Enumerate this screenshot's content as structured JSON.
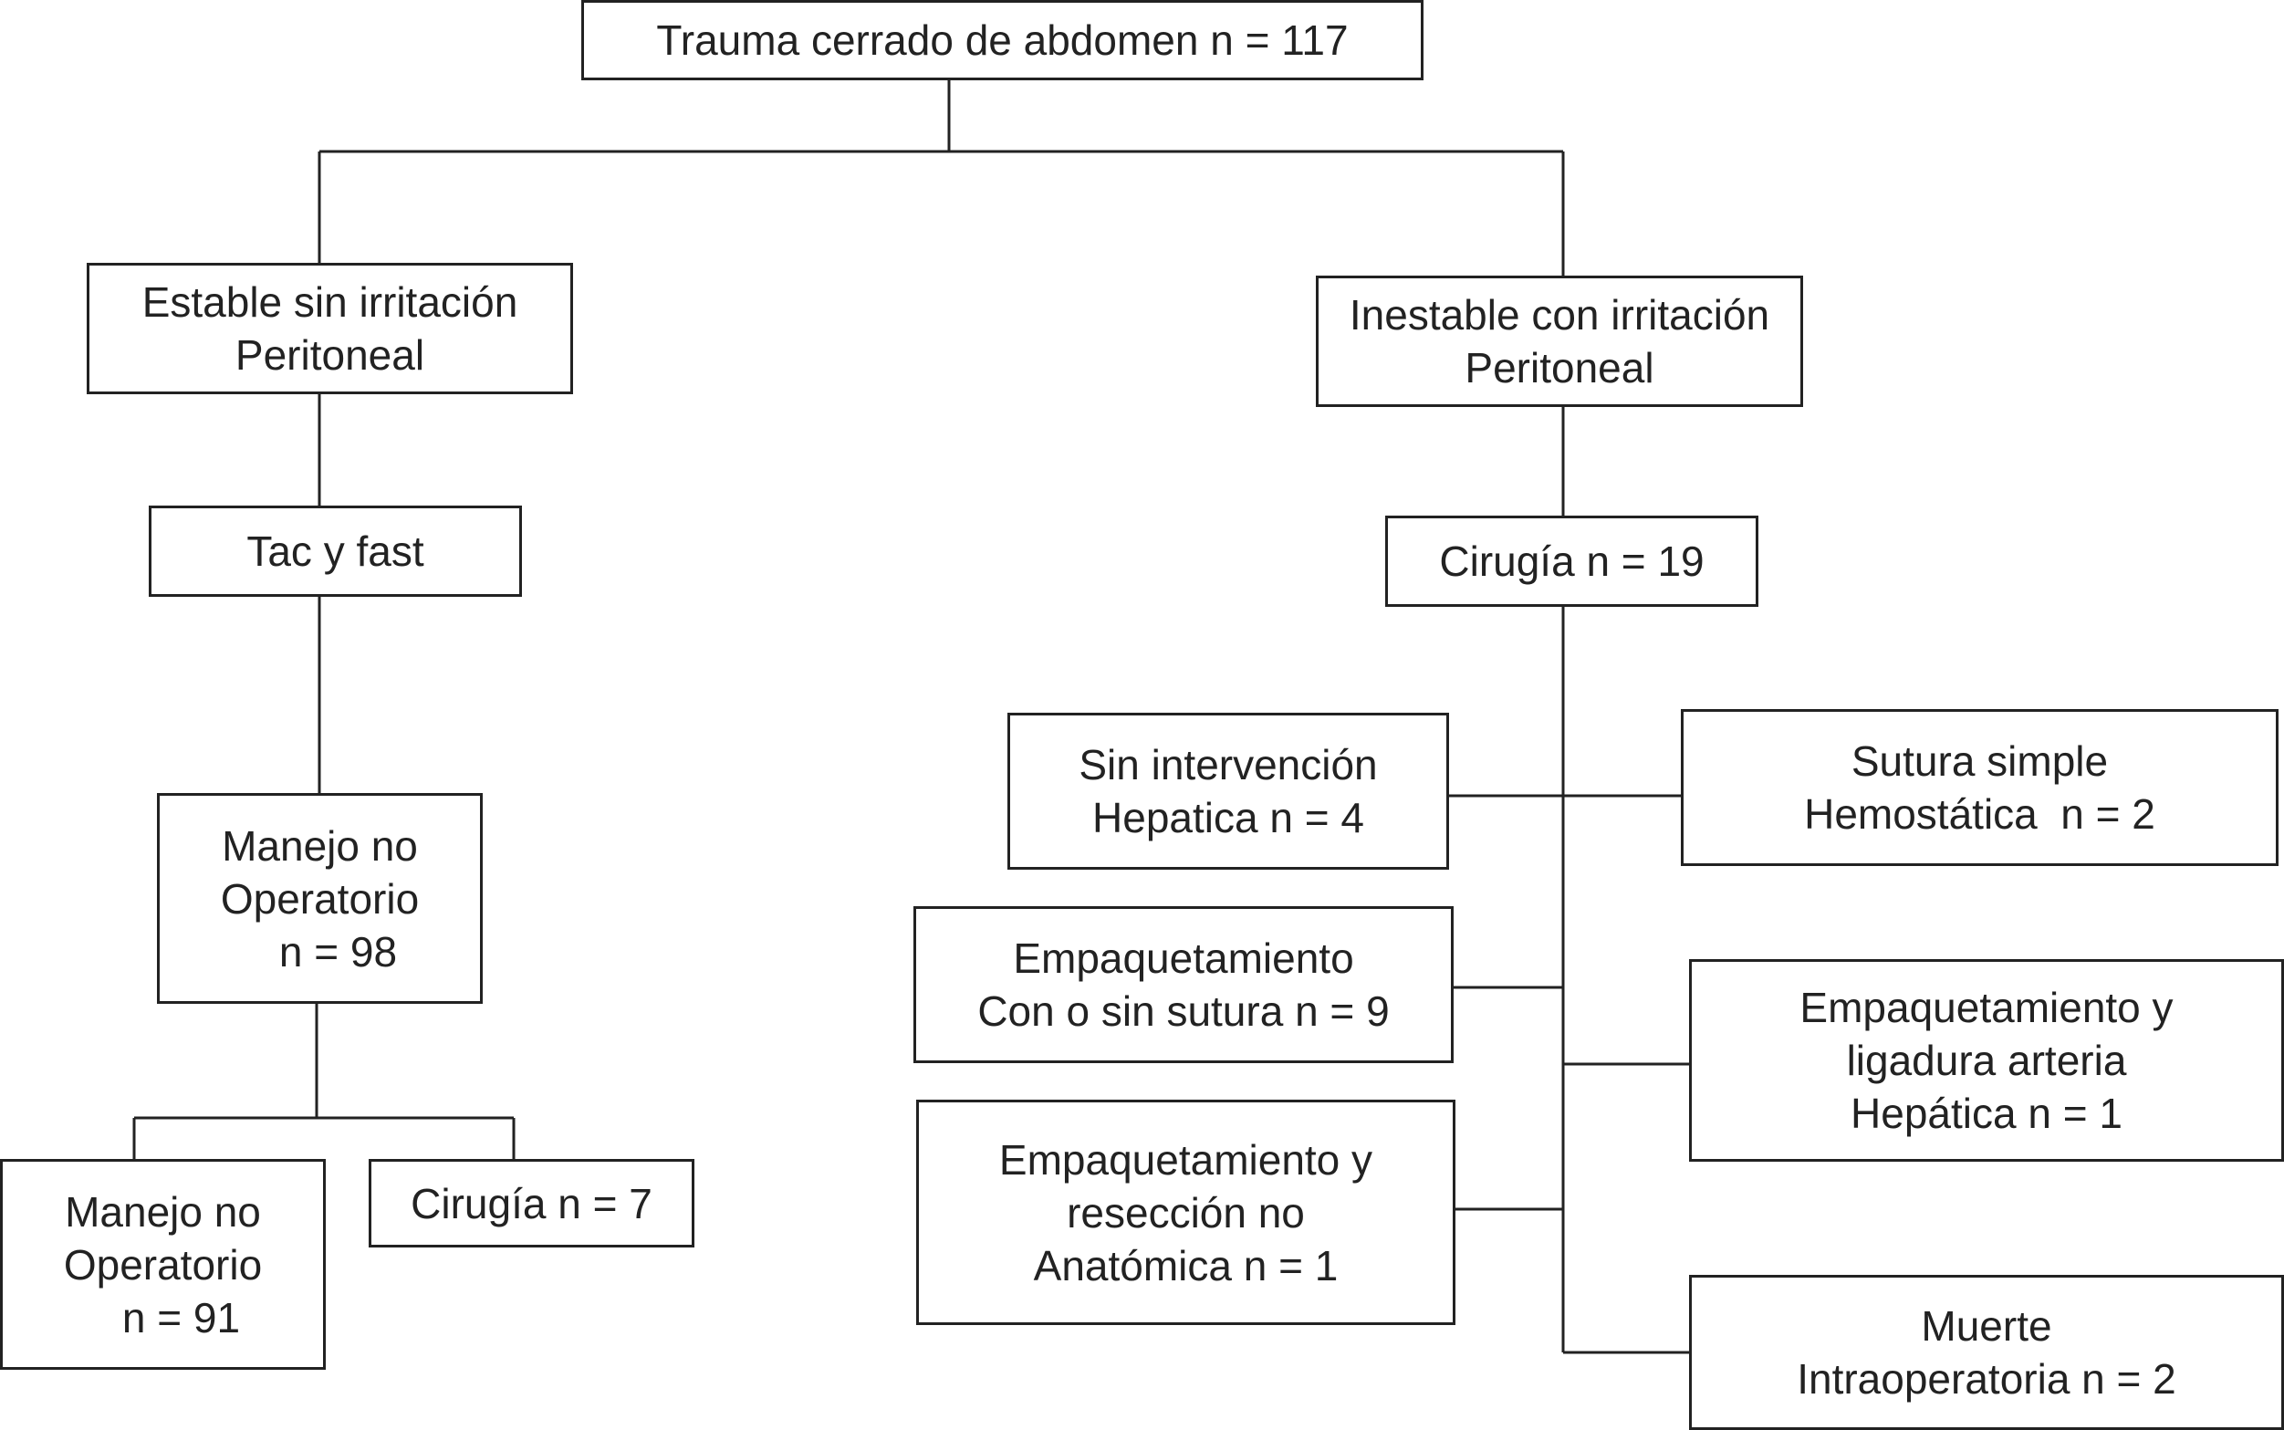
{
  "flowchart": {
    "root": {
      "lines": [
        "Trauma cerrado de abdomen n = 117"
      ]
    },
    "stable": {
      "lines": [
        "Estable sin irritación",
        "Peritoneal"
      ]
    },
    "unstable": {
      "lines": [
        "Inestable con irritación",
        "Peritoneal"
      ]
    },
    "tac": {
      "lines": [
        "Tac y fast"
      ]
    },
    "surgery_main": {
      "lines": [
        "Cirugía n = 19"
      ]
    },
    "nonop_98": {
      "lines": [
        "Manejo no",
        "Operatorio",
        "n = 98"
      ]
    },
    "nonop_91": {
      "lines": [
        "Manejo no",
        "Operatorio",
        "n = 91"
      ]
    },
    "surgery_7": {
      "lines": [
        "Cirugía n = 7"
      ]
    },
    "no_intervention": {
      "lines": [
        "Sin intervención",
        "Hepatica n = 4"
      ]
    },
    "simple_suture": {
      "lines": [
        "Sutura simple",
        "Hemostática  n = 2"
      ]
    },
    "packing_suture": {
      "lines": [
        "Empaquetamiento",
        "Con o sin sutura n = 9"
      ]
    },
    "packing_ligation": {
      "lines": [
        "Empaquetamiento y",
        "ligadura arteria",
        "Hepática n = 1"
      ]
    },
    "packing_resection": {
      "lines": [
        "Empaquetamiento y",
        "resección no",
        "Anatómica n = 1"
      ]
    },
    "death": {
      "lines": [
        "Muerte",
        "Intraoperatoria n = 2"
      ]
    }
  }
}
